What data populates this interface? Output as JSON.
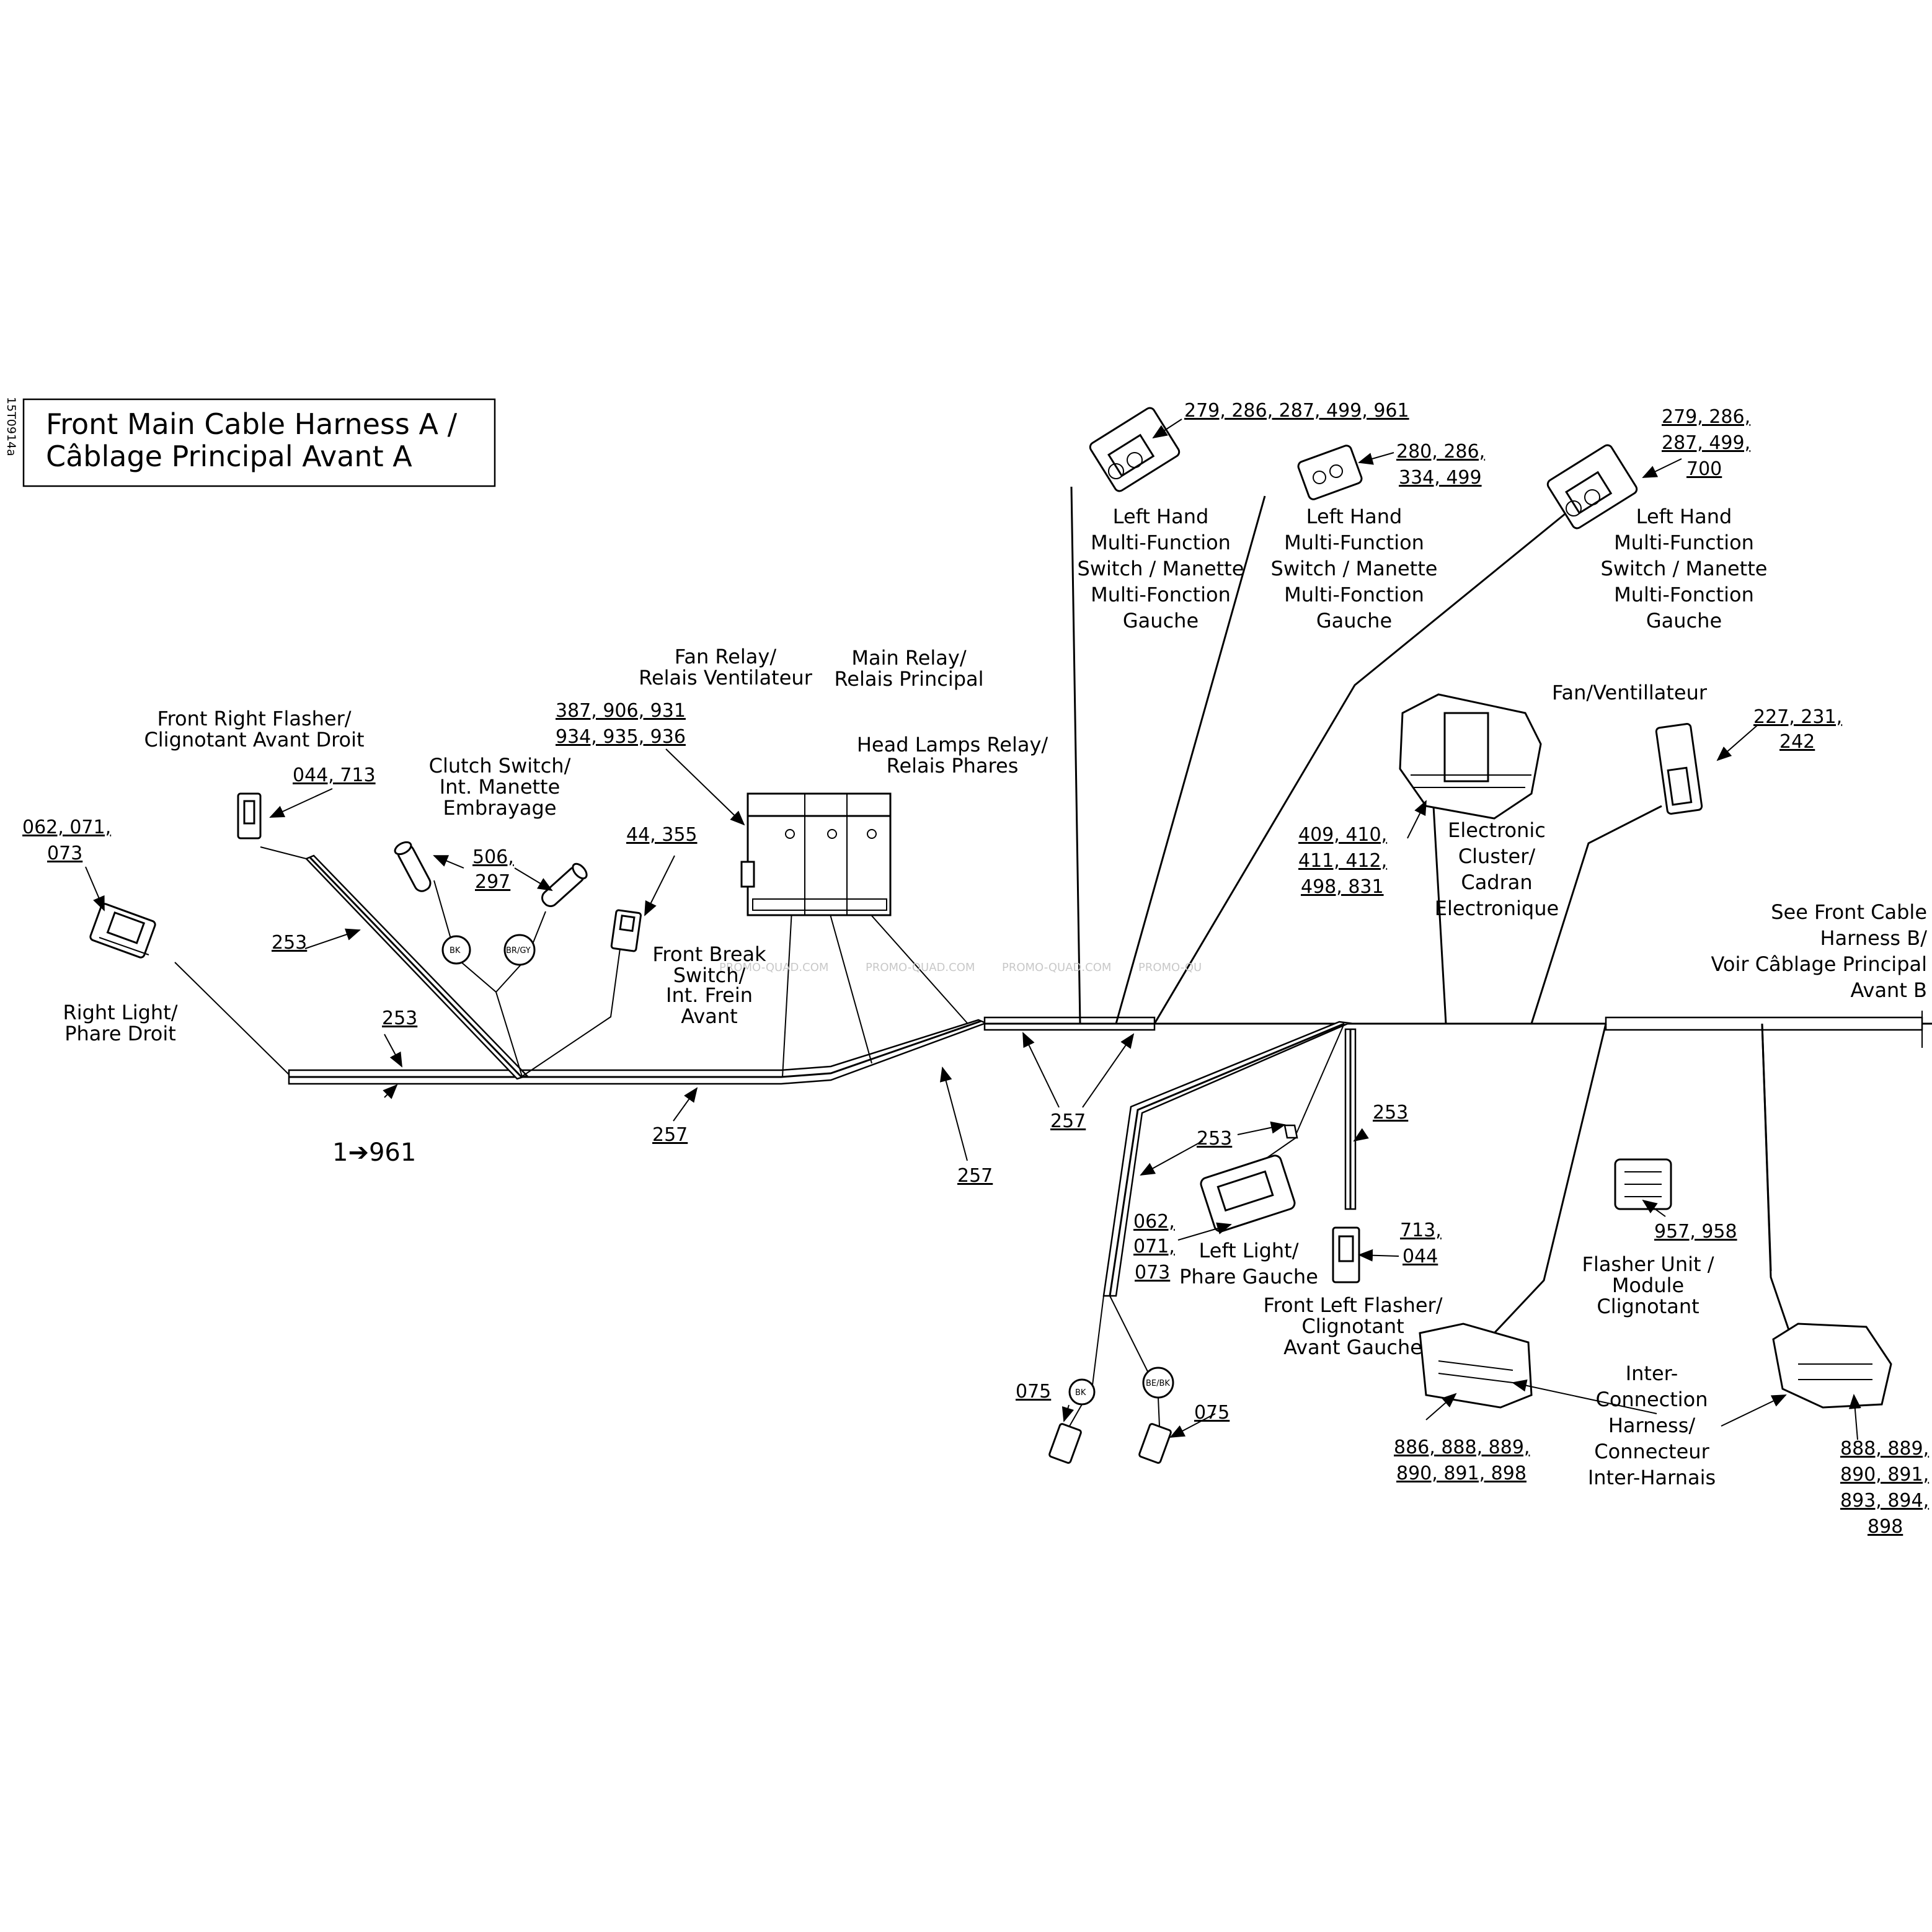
{
  "doc_code": "15T0914a",
  "title_line1": "Front Main Cable Harness A /",
  "title_line2": "Câblage Principal Avant A",
  "range_label": "1➔961",
  "watermarks": [
    "PROMO-QUAD.COM",
    "PROMO-QUAD.COM",
    "PROMO-QUAD.COM",
    "PROMO-QU"
  ],
  "wire_tags": [
    "BK",
    "BR/GY",
    "BK",
    "BE/BK"
  ],
  "components": {
    "right_light": {
      "label": [
        "Right Light/",
        "Phare Droit"
      ],
      "refs": [
        "062, 071,",
        "073"
      ]
    },
    "front_right_flasher": {
      "label": [
        "Front Right Flasher/",
        "Clignotant Avant Droit"
      ],
      "refs": [
        "044, 713"
      ]
    },
    "clutch_switch": {
      "label": [
        "Clutch Switch/",
        "Int. Manette",
        "Embrayage"
      ],
      "refs": [
        "506,",
        "297"
      ]
    },
    "front_brake_switch": {
      "label": [
        "Front Break",
        "Switch/",
        "Int. Frein",
        "Avant"
      ],
      "refs": [
        "44, 355"
      ]
    },
    "fan_relay": {
      "label": [
        "Fan Relay/",
        "Relais Ventilateur"
      ],
      "refs": [
        "387, 906, 931",
        "934, 935, 936"
      ]
    },
    "main_relay": {
      "label": [
        "Main Relay/",
        "Relais Principal"
      ]
    },
    "head_lamps_relay": {
      "label": [
        "Head Lamps Relay/",
        "Relais Phares"
      ]
    },
    "lh_switch_1": {
      "label": [
        "Left Hand",
        "Multi-Function",
        "Switch / Manette",
        "Multi-Fonction",
        "Gauche"
      ],
      "refs": [
        "279, 286, 287, 499, 961"
      ]
    },
    "lh_switch_2": {
      "label": [
        "Left Hand",
        "Multi-Function",
        "Switch / Manette",
        "Multi-Fonction",
        "Gauche"
      ],
      "refs": [
        "280, 286,",
        "334, 499"
      ]
    },
    "lh_switch_3": {
      "label": [
        "Left Hand",
        "Multi-Function",
        "Switch / Manette",
        "Multi-Fonction",
        "Gauche"
      ],
      "refs": [
        "279, 286,",
        "287, 499,",
        "700"
      ]
    },
    "electronic_cluster": {
      "label": [
        "Electronic",
        "Cluster/",
        "Cadran",
        "Electronique"
      ],
      "refs": [
        "409, 410,",
        "411, 412,",
        "498, 831"
      ]
    },
    "fan": {
      "label": [
        "Fan/Ventillateur"
      ],
      "refs": [
        "227, 231,",
        "242"
      ]
    },
    "see_harness_b": {
      "label": [
        "See Front Cable",
        "Harness B/",
        "Voir Câblage Principal",
        "Avant B"
      ]
    },
    "left_light": {
      "label": [
        "Left Light/",
        "Phare Gauche"
      ],
      "refs": [
        "062,",
        "071,",
        "073"
      ]
    },
    "front_left_flasher": {
      "label": [
        "Front Left Flasher/",
        "Clignotant",
        "Avant Gauche"
      ],
      "refs": [
        "713,",
        "044"
      ]
    },
    "flasher_unit": {
      "label": [
        "Flasher Unit /",
        "Module",
        "Clignotant"
      ],
      "refs": [
        "957, 958"
      ]
    },
    "interconnection": {
      "label": [
        "Inter-",
        "Connection",
        "Harness/",
        "Connecteur",
        "Inter-Harnais"
      ],
      "refs_left": [
        "886, 888, 889,",
        "890, 891, 898"
      ],
      "refs_right": [
        "888, 889,",
        "890, 891,",
        "893, 894,",
        "898"
      ]
    },
    "ground_terminals": {
      "refs": [
        "075",
        "075"
      ]
    }
  },
  "harness_refs": {
    "sleeve_253": [
      "253",
      "253",
      "253",
      "253"
    ],
    "sleeve_257": [
      "257",
      "257",
      "257"
    ]
  }
}
